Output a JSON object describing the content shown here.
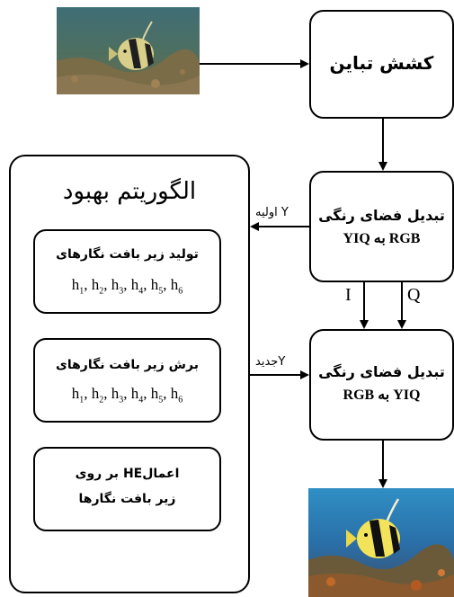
{
  "blocks": {
    "contrast_stretch": "کشش تباین",
    "convert_to_yiq": [
      "تبدیل فضای رنگی",
      "RGB به YIQ"
    ],
    "convert_to_rgb": [
      "تبدیل فضای رنگی",
      "YIQ به RGB"
    ],
    "algorithm_title": "الگوریتم بهبود"
  },
  "sub_blocks": {
    "generate": "تولید زیر بافت نگارهای",
    "clip": "برش زیر بافت نگارهای",
    "apply_he": [
      "اعمالHE بر روی",
      "زیر بافت نگارها"
    ],
    "h_letter": "h",
    "h_indices": [
      "1",
      "2",
      "3",
      "4",
      "5",
      "6"
    ]
  },
  "labels": {
    "y_original": "Y اولیه",
    "y_new": "Yجدید",
    "i_channel": "I",
    "q_channel": "Q"
  },
  "images": {
    "input": "underwater-fish-input-photo",
    "output": "underwater-fish-enhanced-photo"
  }
}
